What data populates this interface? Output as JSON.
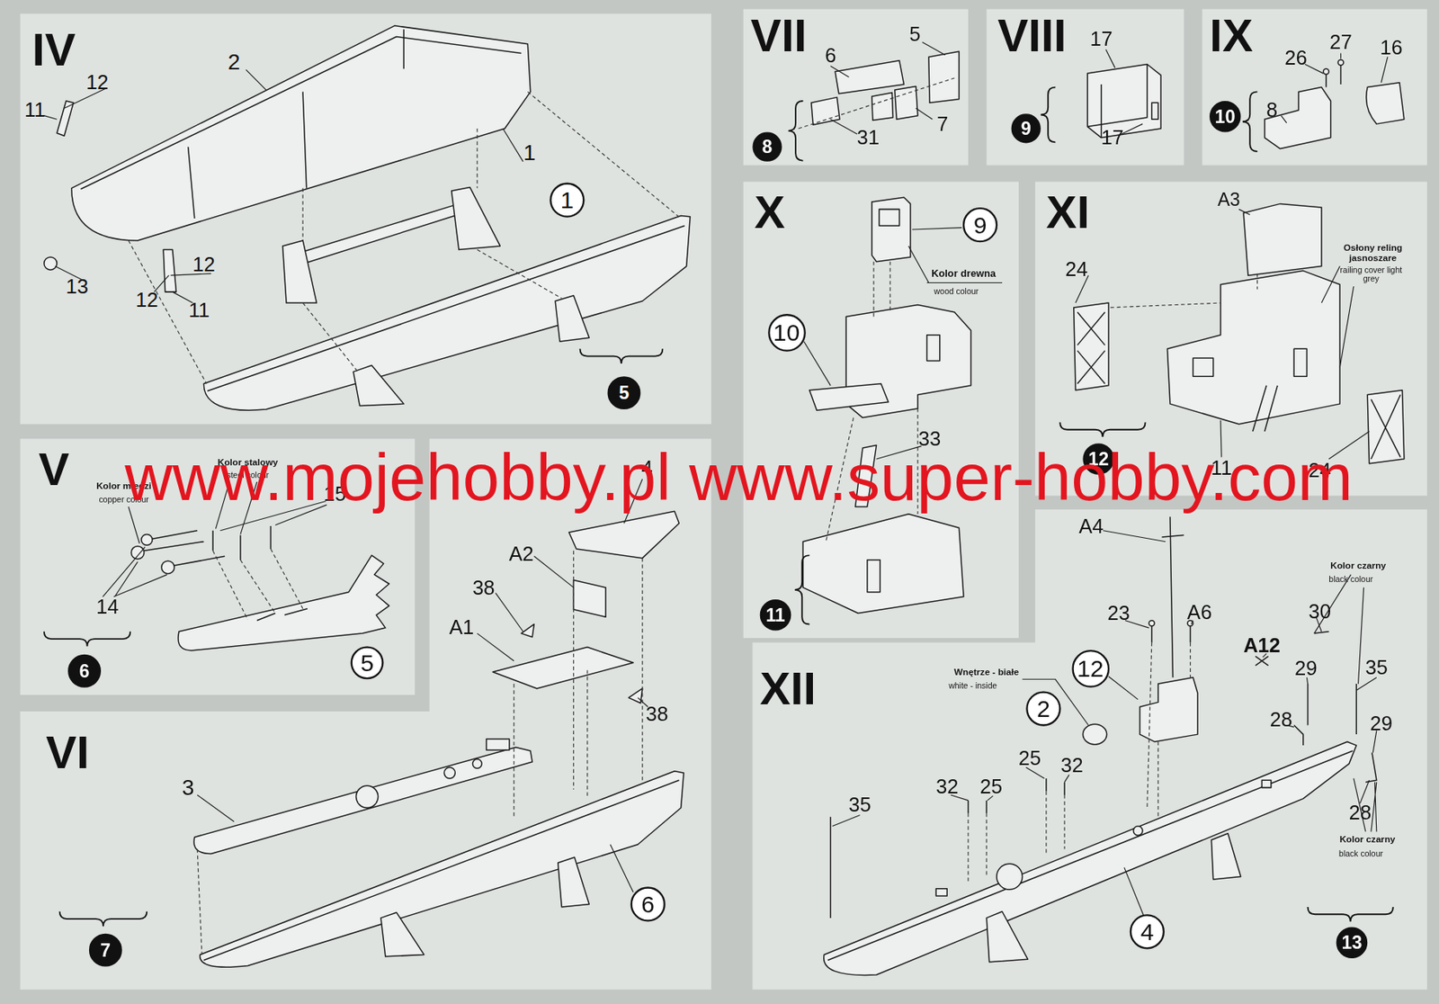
{
  "diagram": {
    "nodes": [
      {
        "text": [
          "IV"
        ]
      },
      {
        "text": [
          "1"
        ],
        "in": 0
      },
      {
        "text": [
          "5"
        ],
        "in": 0
      },
      {
        "text": [
          "VII"
        ]
      },
      {
        "text": [
          "8"
        ],
        "in": 3
      },
      {
        "text": [
          "VIII"
        ]
      },
      {
        "text": [
          "9"
        ],
        "in": 5
      },
      {
        "text": [
          "IX"
        ]
      },
      {
        "text": [
          "10"
        ],
        "in": 7
      },
      {
        "text": [
          "X"
        ]
      },
      {
        "text": [
          "9"
        ],
        "in": 9
      },
      {
        "text": [
          "10"
        ],
        "in": 9
      },
      {
        "text": [
          "11"
        ],
        "in": 9
      },
      {
        "text": [
          "XI"
        ]
      },
      {
        "text": [
          "12"
        ],
        "in": 13
      },
      {
        "text": [
          "V"
        ]
      },
      {
        "text": [
          "6"
        ],
        "in": 15
      },
      {
        "text": [
          "5"
        ],
        "in": 15
      },
      {
        "text": [
          "VI"
        ]
      },
      {
        "text": [
          "6"
        ],
        "in": 18
      },
      {
        "text": [
          "7"
        ],
        "in": 18
      },
      {
        "text": [
          "XII"
        ]
      },
      {
        "text": [
          "12"
        ],
        "in": 21
      },
      {
        "text": [
          "2"
        ],
        "in": 21
      },
      {
        "text": [
          "4"
        ],
        "in": 21
      },
      {
        "text": [
          "13"
        ],
        "in": 21
      }
    ],
    "labels": [
      "2",
      "12",
      "11",
      "1",
      "12",
      "12",
      "11",
      "13",
      "6",
      "5",
      "31",
      "7",
      "17",
      "17",
      "26",
      "27",
      "16",
      "8",
      "Kolor drewna",
      "wood colour",
      "33",
      "24",
      "A3",
      "Osłony reling jasnoszare",
      "railing cover light grey",
      "11",
      "24",
      "Kolor stalowy",
      "steel colour",
      "Kolor miedzi",
      "copper colour",
      "15",
      "14",
      "4",
      "A2",
      "38",
      "A1",
      "38",
      "3",
      "A4",
      "Wnętrze - białe",
      "white - inside",
      "23",
      "A6",
      "Kolor czarny",
      "black colour",
      "30",
      "A12",
      "29",
      "35",
      "28",
      "29",
      "25",
      "32",
      "32",
      "25",
      "35",
      "28",
      "Kolor czarny",
      "black colour",
      "www.mojehobby.pl www.super-hobby.com"
    ]
  }
}
